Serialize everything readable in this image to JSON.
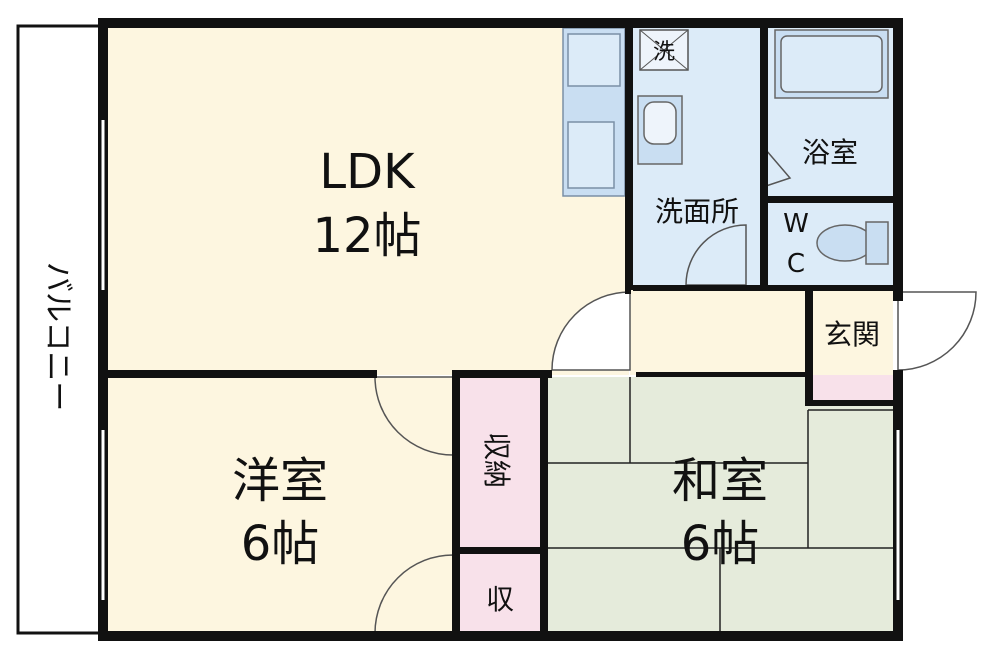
{
  "rooms": {
    "balcony": "バルコニー",
    "ldk": {
      "name": "LDK",
      "size": "12帖"
    },
    "western": {
      "name": "洋室",
      "size": "6帖"
    },
    "japanese": {
      "name": "和室",
      "size": "6帖"
    },
    "closet_large": "収納",
    "closet_small": "収",
    "washroom": "洗面所",
    "bath": "浴室",
    "wc_w": "W",
    "wc_c": "C",
    "entrance": "玄関",
    "washer_mark": "洗"
  },
  "colors": {
    "wall": "#111111",
    "ldk_floor": "#fdf6e0",
    "western_floor": "#fdf6e0",
    "japanese_floor": "#e5ebdb",
    "wet_area": "#dcebf8",
    "closet": "#f8e1ea",
    "entrance_floor": "#fdf6e0",
    "fixture": "#c9def2"
  }
}
